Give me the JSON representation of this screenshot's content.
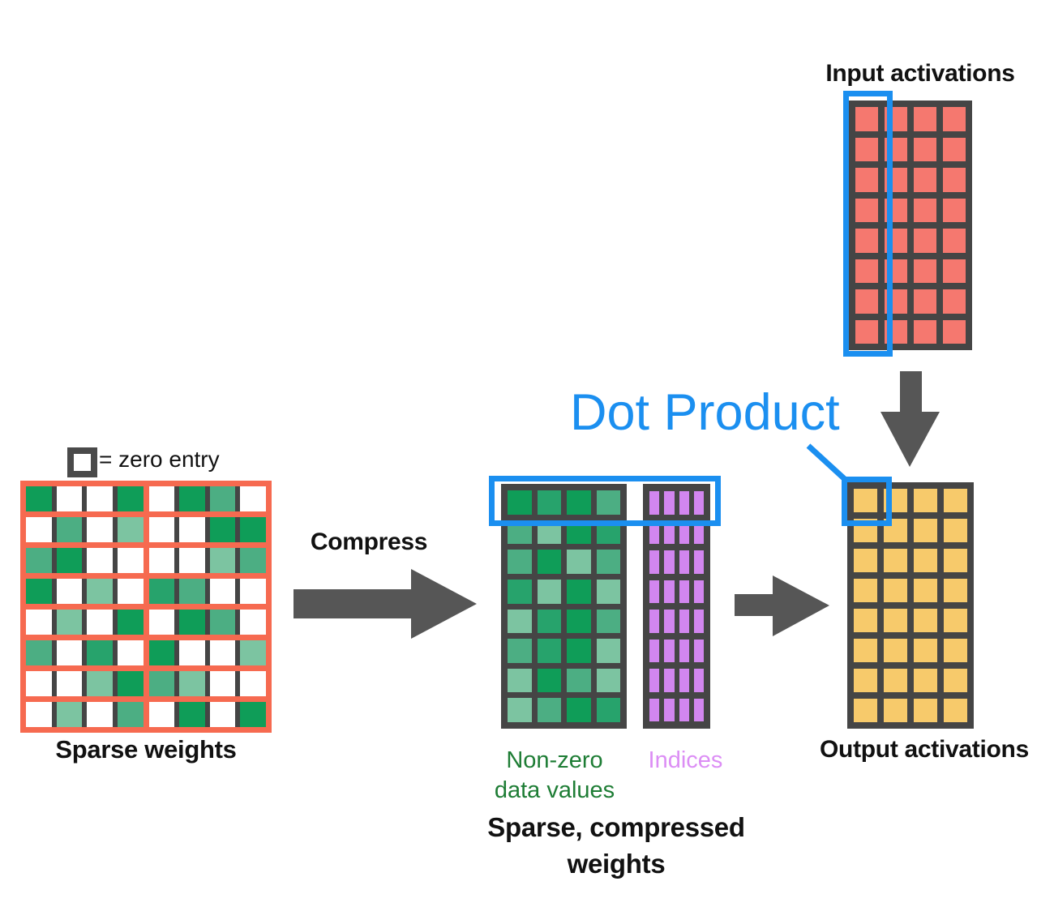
{
  "colors": {
    "blue": "#1b8ff0",
    "red": "#f66a50",
    "border": "#454545",
    "arrow": "#565656",
    "salmon": "#f5786f",
    "gold": "#f7ca6b",
    "purple": "#d286ef",
    "greentext": "#1e7d35",
    "purpletext": "#dc8ef5",
    "green_levels": [
      "#ffffff",
      "#7cc4a1",
      "#4cae83",
      "#27a36c",
      "#0f9d58"
    ]
  },
  "labels": {
    "input": "Input activations",
    "output": "Output activations",
    "sparse": "Sparse weights",
    "zero_entry": "= zero entry",
    "compress": "Compress",
    "dot_product": "Dot Product",
    "nonzero_line1": "Non-zero",
    "nonzero_line2": "data values",
    "indices": "Indices",
    "compressed_line1": "Sparse, compressed",
    "compressed_line2": "weights"
  },
  "matrices": {
    "sparse_weights": {
      "rows": 8,
      "cols": 8,
      "legend": "0 = zero (white), 1-4 = increasing green darkness",
      "cells": [
        [
          4,
          0,
          0,
          4,
          0,
          4,
          2,
          0
        ],
        [
          0,
          2,
          0,
          1,
          0,
          0,
          4,
          4
        ],
        [
          2,
          4,
          0,
          0,
          0,
          0,
          1,
          2
        ],
        [
          4,
          0,
          1,
          0,
          3,
          2,
          0,
          0
        ],
        [
          0,
          1,
          0,
          4,
          0,
          4,
          2,
          0
        ],
        [
          2,
          0,
          3,
          0,
          4,
          0,
          0,
          1
        ],
        [
          0,
          0,
          1,
          4,
          2,
          1,
          0,
          0
        ],
        [
          0,
          1,
          0,
          2,
          0,
          4,
          0,
          4
        ]
      ]
    },
    "nonzero_values": {
      "rows": 8,
      "cols": 4,
      "cells": [
        [
          4,
          3,
          4,
          2
        ],
        [
          2,
          1,
          4,
          3
        ],
        [
          2,
          4,
          1,
          2
        ],
        [
          3,
          1,
          4,
          1
        ],
        [
          1,
          3,
          4,
          2
        ],
        [
          2,
          3,
          4,
          1
        ],
        [
          1,
          4,
          2,
          1
        ],
        [
          1,
          2,
          4,
          3
        ]
      ]
    },
    "indices": {
      "rows": 8,
      "cols": 4,
      "fill": "purple"
    },
    "input_activations": {
      "rows": 8,
      "cols": 4,
      "fill": "salmon"
    },
    "output_activations": {
      "rows": 8,
      "cols": 4,
      "fill": "gold"
    }
  }
}
